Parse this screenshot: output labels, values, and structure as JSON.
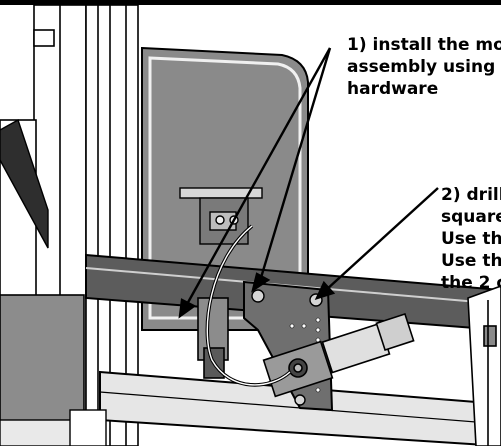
{
  "callouts": [
    {
      "lines": [
        "1) install the mo",
        "assembly using",
        "hardware"
      ]
    },
    {
      "lines": [
        "2) drill",
        "square",
        "Use the",
        "Use the",
        "the 2 c"
      ]
    }
  ],
  "colors": {
    "line": "#000000",
    "panel_fill": "#7d7d7d",
    "bracket_fill": "#6e6e6e",
    "rail_fill": "#8a8a8a",
    "background": "#ffffff"
  }
}
